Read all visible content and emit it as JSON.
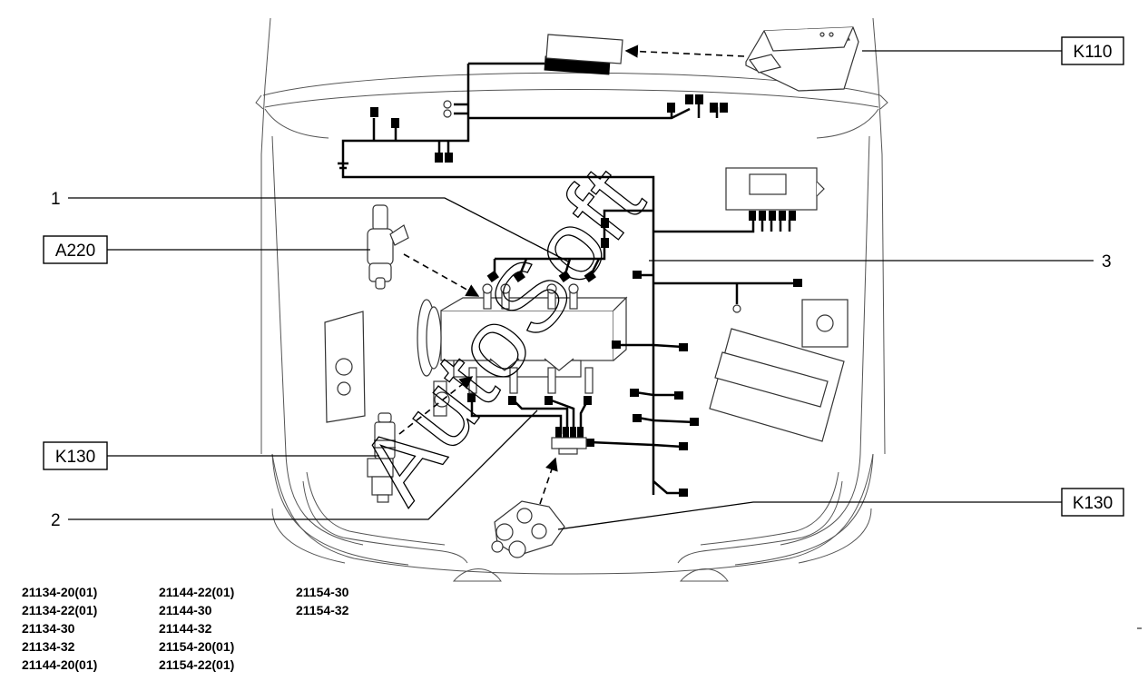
{
  "callouts": {
    "k110": "K110",
    "num1": "1",
    "a220": "A220",
    "num3": "3",
    "k130_left": "K130",
    "num2": "2",
    "k130_right": "K130"
  },
  "watermark": "AutoSoft",
  "engine_codes": [
    [
      "21134-20(01)",
      "21134-22(01)",
      "21134-30",
      "21134-32",
      "21144-20(01)"
    ],
    [
      "21144-22(01)",
      "21144-30",
      "21144-32",
      "21154-20(01)",
      "21154-22(01)"
    ],
    [
      "21154-30",
      "21154-32"
    ]
  ],
  "colors": {
    "line": "#000000",
    "body": "#555555",
    "background": "#ffffff"
  },
  "icons": [
    "fuel-injector-icon",
    "spark-plug-icon",
    "ignition-module-icon",
    "ecu-icon",
    "connector-icon"
  ]
}
